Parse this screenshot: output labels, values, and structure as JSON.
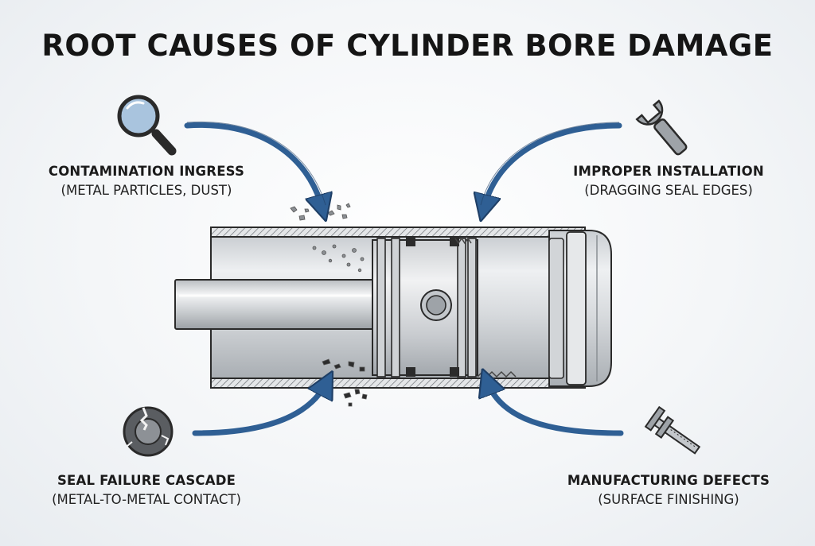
{
  "title": "ROOT CAUSES OF CYLINDER BORE DAMAGE",
  "causes": {
    "contamination": {
      "heading": "CONTAMINATION INGRESS",
      "detail": "(METAL PARTICLES, DUST)",
      "icon": "magnifier-icon"
    },
    "installation": {
      "heading": "IMPROPER INSTALLATION",
      "detail": "(DRAGGING SEAL EDGES)",
      "icon": "wrench-icon"
    },
    "seal_failure": {
      "heading": "SEAL FAILURE CASCADE",
      "detail": "(METAL-TO-METAL CONTACT)",
      "icon": "cracked-seal-icon"
    },
    "manufacturing": {
      "heading": "MANUFACTURING DEFECTS",
      "detail": "(SURFACE FINISHING)",
      "icon": "caliper-icon"
    }
  },
  "colors": {
    "arrow": "#2f5f94",
    "outline": "#2a2a2a",
    "metal_light": "#dcdfe2",
    "metal_dark": "#9ea3a8",
    "debris": "#8b8f93"
  }
}
